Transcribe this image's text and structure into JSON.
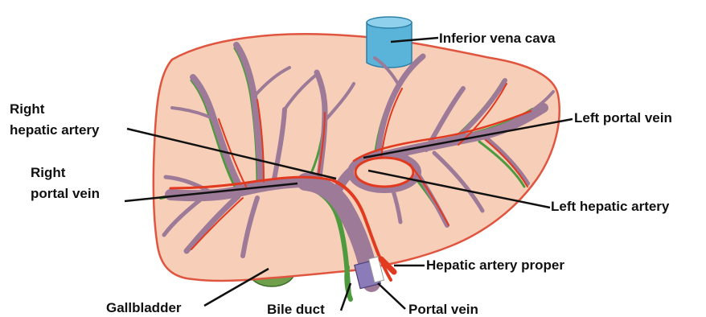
{
  "labels": {
    "inferior_vena_cava": "Inferior vena cava",
    "right_hepatic_artery_1": "Right",
    "right_hepatic_artery_2": "hepatic artery",
    "right_portal_vein_1": "Right",
    "right_portal_vein_2": "portal vein",
    "left_portal_vein": "Left portal vein",
    "left_hepatic_artery": "Left hepatic artery",
    "hepatic_artery_proper": "Hepatic artery proper",
    "gallbladder": "Gallbladder",
    "bile_duct": "Bile duct",
    "portal_vein": "Portal vein"
  },
  "colors": {
    "liver_fill": "#f7cfb8",
    "liver_outline": "#e0553f",
    "vena_cava": "#5ab4d9",
    "portal_vein": "#9c7a98",
    "artery": "#e23a20",
    "bile_duct": "#4e9a3e",
    "gallbladder": "#6f9f4a",
    "leader_line": "#111111"
  }
}
